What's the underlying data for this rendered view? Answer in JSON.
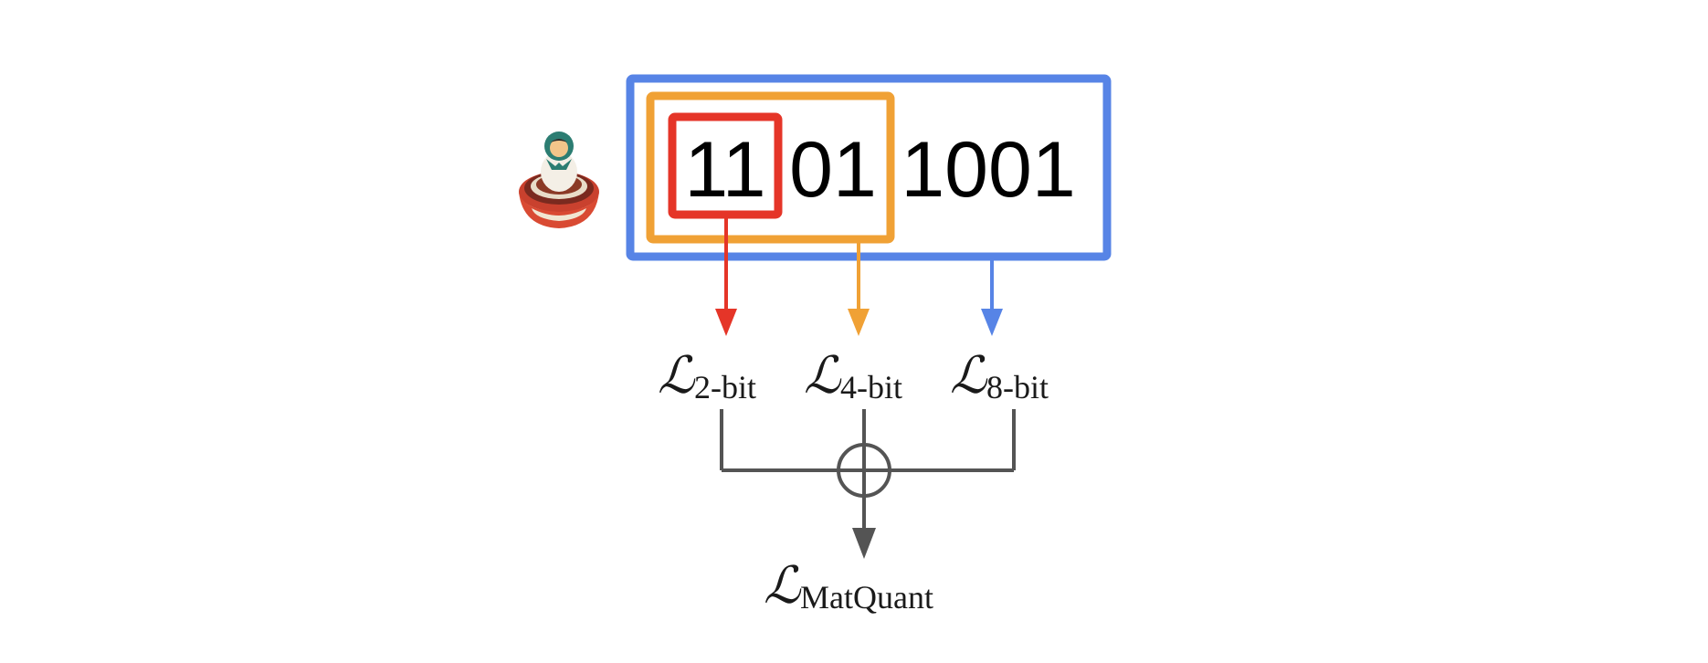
{
  "colors": {
    "int2": "#e53528",
    "int4": "#f0a135",
    "int8": "#5784e6",
    "combine": "#545454",
    "text": "#1a1a1a"
  },
  "icon": "nesting-doll-icon",
  "bits": {
    "msb2": "11",
    "mid2": "01",
    "low4": "1001"
  },
  "losses": {
    "symbol": "ℒ",
    "l2": "2-bit",
    "l4": "4-bit",
    "l8": "8-bit",
    "combined": "MatQuant"
  }
}
